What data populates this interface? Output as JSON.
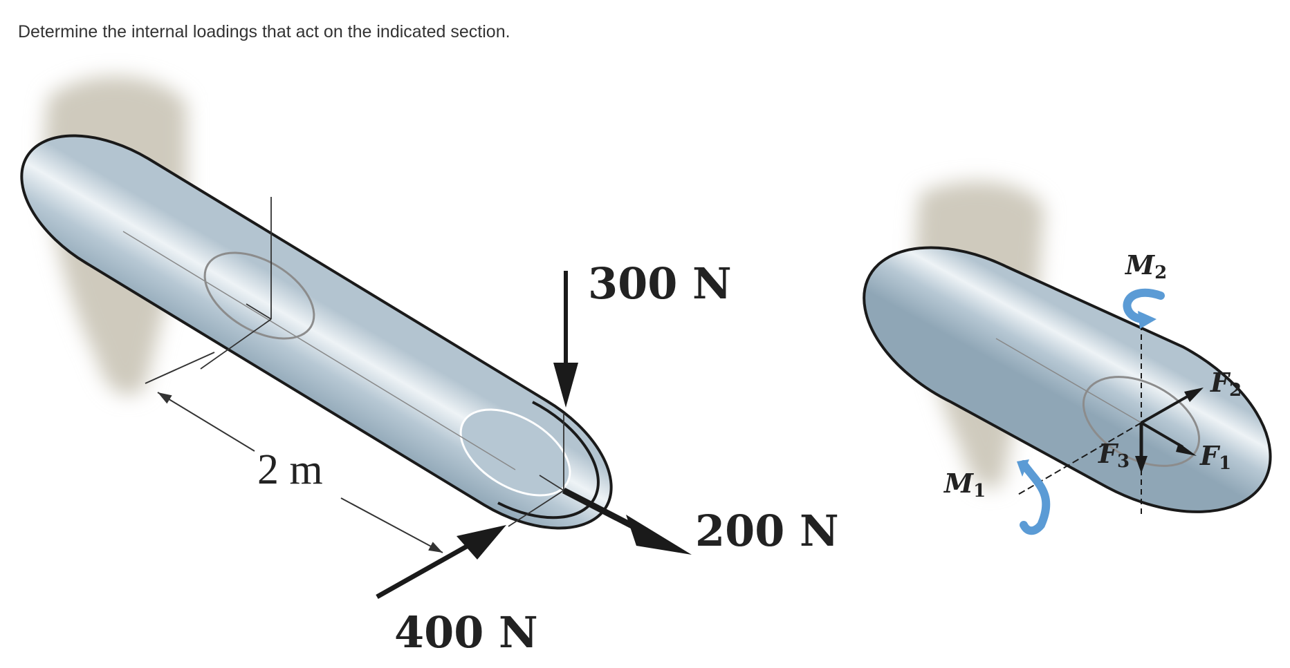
{
  "question": "Determine the internal loadings that act on the indicated section.",
  "figure": {
    "dimension": "2 m",
    "force_300": "300 N",
    "force_200": "200 N",
    "force_400": "400 N",
    "section": {
      "M2": {
        "main": "M",
        "sub": "2"
      },
      "F2": {
        "main": "F",
        "sub": "2"
      },
      "F1": {
        "main": "F",
        "sub": "1"
      },
      "F3": {
        "main": "F",
        "sub": "3"
      },
      "M1": {
        "main": "M",
        "sub": "1"
      }
    }
  },
  "colors": {
    "wall": "#cfcabd",
    "cylinder_light": "#eef3f6",
    "cylinder_dark": "#8fa6b6",
    "end_face": "#b6c7d3",
    "arrow": "#1a1a1a",
    "moment_arrow": "#5b9bd5",
    "section_outline": "#8c8c8c"
  }
}
